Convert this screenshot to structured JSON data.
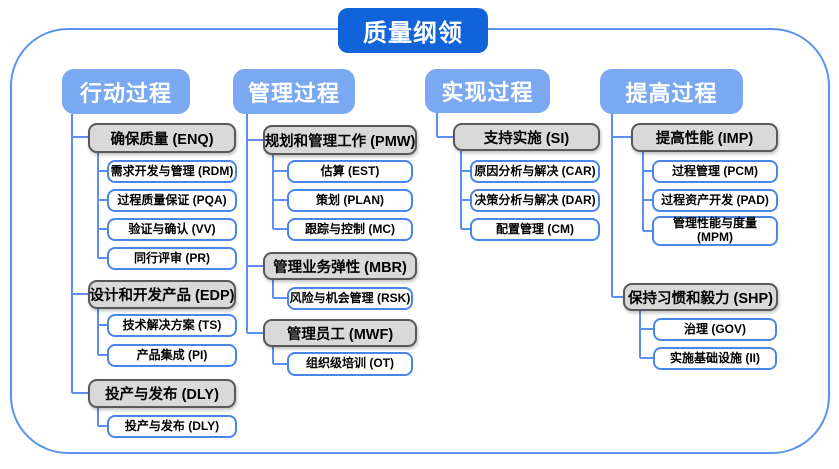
{
  "title": "质量纲领",
  "colors": {
    "title_bg": "#1163da",
    "column_header_bg": "#7aa9f1",
    "group_bg": "#d9d9d9",
    "group_border": "#595959",
    "leaf_border": "#4a86e8",
    "connector": "#5b8ff0",
    "frame_border": "#5b93ea"
  },
  "columns": [
    {
      "label": "行动过程",
      "groups": [
        {
          "label": "确保质量 (ENQ)",
          "children": [
            "需求开发与管理 (RDM)",
            "过程质量保证 (PQA)",
            "验证与确认 (VV)",
            "同行评审 (PR)"
          ]
        },
        {
          "label": "设计和开发产品 (EDP)",
          "children": [
            "技术解决方案 (TS)",
            "产品集成 (PI)"
          ]
        },
        {
          "label": "投产与发布 (DLY)",
          "children": [
            "投产与发布 (DLY)"
          ]
        }
      ]
    },
    {
      "label": "管理过程",
      "groups": [
        {
          "label": "规划和管理工作 (PMW)",
          "children": [
            "估算 (EST)",
            "策划 (PLAN)",
            "跟踪与控制 (MC)"
          ]
        },
        {
          "label": "管理业务弹性 (MBR)",
          "children": [
            "风险与机会管理 (RSK)"
          ]
        },
        {
          "label": "管理员工 (MWF)",
          "children": [
            "组织级培训 (OT)"
          ]
        }
      ]
    },
    {
      "label": "实现过程",
      "groups": [
        {
          "label": "支持实施 (SI)",
          "children": [
            "原因分析与解决 (CAR)",
            "决策分析与解决 (DAR)",
            "配置管理 (CM)"
          ]
        }
      ]
    },
    {
      "label": "提高过程",
      "groups": [
        {
          "label": "提高性能 (IMP)",
          "children": [
            "过程管理 (PCM)",
            "过程资产开发 (PAD)",
            "管理性能与度量 (MPM)"
          ]
        },
        {
          "label": "保持习惯和毅力 (SHP)",
          "children": [
            "治理 (GOV)",
            "实施基础设施 (II)"
          ]
        }
      ]
    }
  ]
}
